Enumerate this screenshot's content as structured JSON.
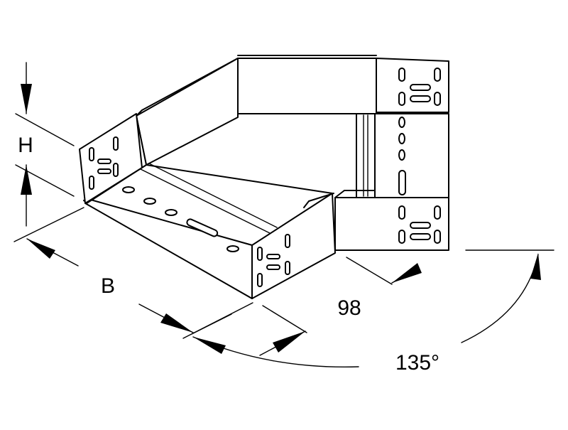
{
  "dimensions": {
    "height_label": "H",
    "width_label": "B",
    "length_label": "98",
    "angle_label": "135°"
  }
}
